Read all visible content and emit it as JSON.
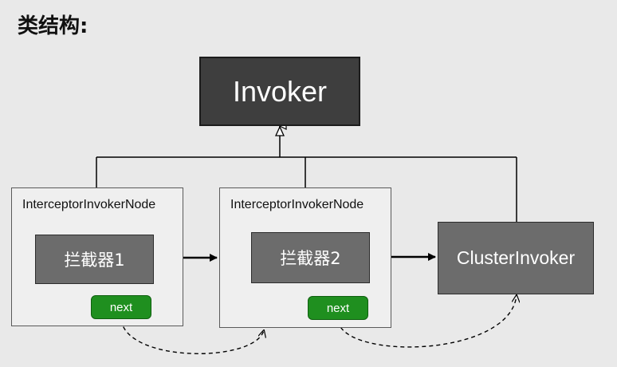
{
  "title": "类结构:",
  "invoker": {
    "label": "Invoker"
  },
  "nodes": [
    {
      "label": "InterceptorInvokerNode",
      "interceptor": "拦截器1",
      "next": "next"
    },
    {
      "label": "InterceptorInvokerNode",
      "interceptor": "拦截器2",
      "next": "next"
    }
  ],
  "cluster": {
    "label": "ClusterInvoker"
  },
  "colors": {
    "background": "#e9e9e9",
    "invoker": "#3e3e3e",
    "interceptor": "#6c6c6c",
    "next": "#1f8f1f"
  }
}
